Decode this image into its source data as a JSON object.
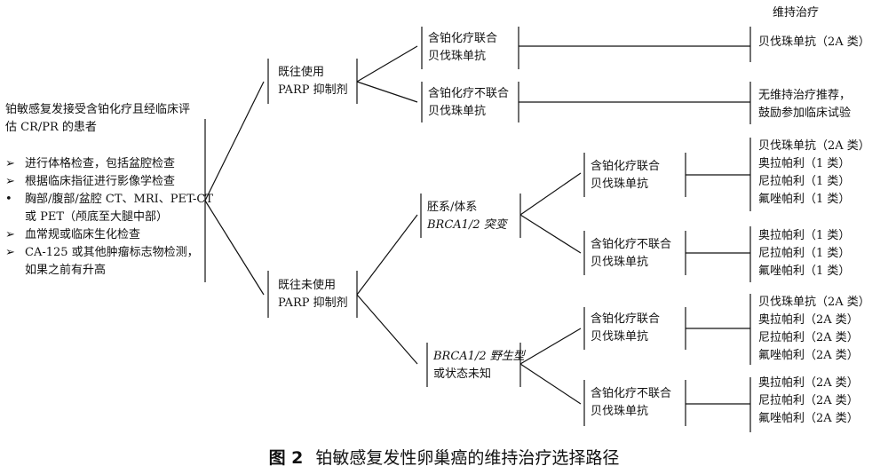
{
  "figure": {
    "column_header": "维持治疗",
    "caption_label": "图 2",
    "caption_text": "铂敏感复发性卵巢癌的维持治疗选择路径"
  },
  "root": {
    "intro": [
      "铂敏感复发接受含铂化疗且经临床评",
      "估 CR/PR 的患者"
    ],
    "checks": [
      {
        "marker": "➢",
        "lines": [
          "进行体格检查，包括盆腔检查"
        ]
      },
      {
        "marker": "➢",
        "lines": [
          "根据临床指征进行影像学检查"
        ]
      },
      {
        "marker": "•",
        "lines": [
          "胸部/腹部/盆腔 CT、MRI、PET-CT",
          "或 PET（颅底至大腿中部）"
        ]
      },
      {
        "marker": "➢",
        "lines": [
          "血常规或临床生化检查"
        ]
      },
      {
        "marker": "➢",
        "lines": [
          "CA-125 或其他肿瘤标志物检测，",
          "如果之前有升高"
        ]
      }
    ]
  },
  "prior_parp": {
    "label": [
      "既往使用",
      "PARP 抑制剂"
    ],
    "with_bev": {
      "label": [
        "含铂化疗联合",
        "贝伐珠单抗"
      ],
      "options": [
        "贝伐珠单抗（2A 类）"
      ]
    },
    "without_bev": {
      "label": [
        "含铂化疗不联合",
        "贝伐珠单抗"
      ],
      "options": [
        "无维持治疗推荐，",
        "鼓励参加临床试验"
      ]
    }
  },
  "no_prior_parp": {
    "label": [
      "既往未使用",
      "PARP 抑制剂"
    ],
    "brca_mut": {
      "label": [
        "胚系/体系",
        "BRCA1/2 突变"
      ],
      "with_bev": {
        "label": [
          "含铂化疗联合",
          "贝伐珠单抗"
        ],
        "options": [
          "贝伐珠单抗（2A 类）",
          "奥拉帕利（1 类）",
          "尼拉帕利（1 类）",
          "氟唑帕利（1 类）"
        ]
      },
      "without_bev": {
        "label": [
          "含铂化疗不联合",
          "贝伐珠单抗"
        ],
        "options": [
          "奥拉帕利（1 类）",
          "尼拉帕利（1 类）",
          "氟唑帕利（1 类）"
        ]
      }
    },
    "brca_wt": {
      "label": [
        "BRCA1/2 野生型",
        "或状态未知"
      ],
      "with_bev": {
        "label": [
          "含铂化疗联合",
          "贝伐珠单抗"
        ],
        "options": [
          "贝伐珠单抗（2A 类）",
          "奥拉帕利（2A 类）",
          "尼拉帕利（2A 类）",
          "氟唑帕利（2A 类）"
        ]
      },
      "without_bev": {
        "label": [
          "含铂化疗不联合",
          "贝伐珠单抗"
        ],
        "options": [
          "奥拉帕利（2A 类）",
          "尼拉帕利（2A 类）",
          "氟唑帕利（2A 类）"
        ]
      }
    }
  }
}
